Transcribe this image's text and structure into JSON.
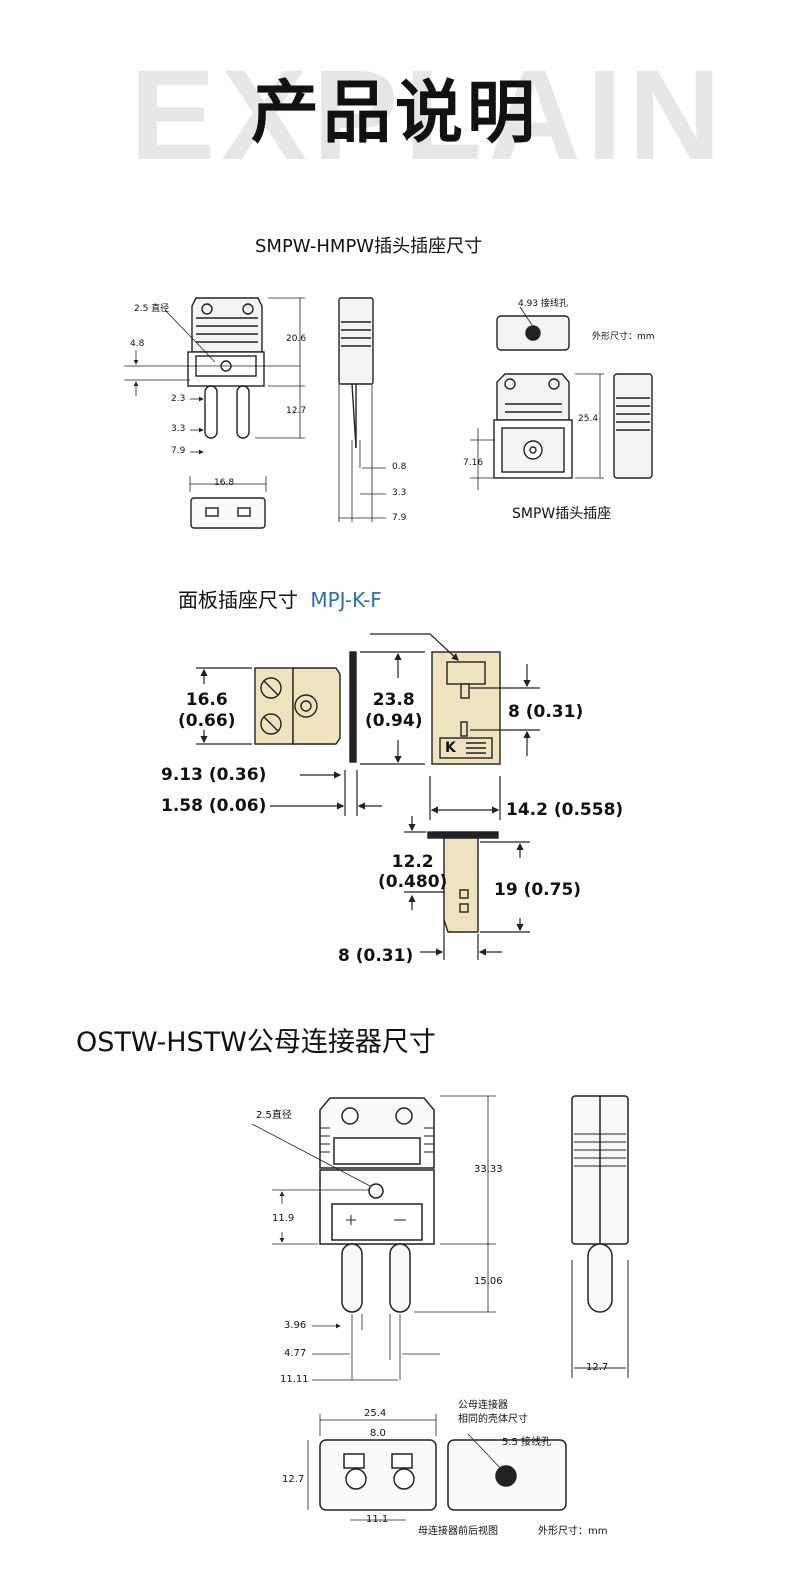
{
  "header": {
    "watermark": "EXPLAIN",
    "title": "产品说明"
  },
  "section1": {
    "heading": "SMPW-HMPW插头插座尺寸",
    "dims": {
      "hole_dia": "2.5 直径",
      "d4_8": "4.8",
      "d20_6": "20.6",
      "d2_3": "2.3",
      "d12_7": "12.7",
      "d3_3": "3.3",
      "d7_9": "7.9",
      "d16_8": "16.8",
      "s_0_8": "0.8",
      "s_3_3": "3.3",
      "s_7_9": "7.9",
      "wire_hole": "4.93 接线孔",
      "unit": "外形尺寸：mm",
      "d25_4": "25.4",
      "d7_16": "7.16"
    },
    "socket_label": "SMPW插头插座"
  },
  "section2": {
    "heading": "面板插座尺寸",
    "model": "MPJ-K-F",
    "dims": {
      "d16_6": "16.6",
      "d16_6_in": "(0.66)",
      "d23_8": "23.8",
      "d23_8_in": "(0.94)",
      "d8_a": "8 (0.31)",
      "d9_13": "9.13 (0.36)",
      "d1_58": "1.58 (0.06)",
      "d14_2": "14.2 (0.558)",
      "d12_2": "12.2",
      "d12_2_in": "(0.480)",
      "d19": "19 (0.75)",
      "d8_b": "8 (0.31)",
      "k_mark": "K"
    }
  },
  "section3": {
    "heading": "OSTW-HSTW公母连接器尺寸",
    "dims": {
      "hole_dia": "2.5直径",
      "d33_33": "33.33",
      "d11_9": "11.9",
      "d15_06": "15.06",
      "d3_96": "3.96",
      "d4_77": "4.77",
      "d11_11": "11.11",
      "d12_7_side": "12.7",
      "d25_4": "25.4",
      "d8_0": "8.0",
      "d12_7": "12.7",
      "d11_1": "11.1",
      "same_shell_1": "公母连接器",
      "same_shell_2": "相同的壳体尺寸",
      "wire_hole": "5.5 接线孔",
      "front_back": "母连接器前后视图",
      "unit": "外形尺寸：mm"
    }
  },
  "colors": {
    "line": "#222222",
    "panel_fill": "#efe2bf",
    "accent_blue": "#2a6fb3"
  }
}
